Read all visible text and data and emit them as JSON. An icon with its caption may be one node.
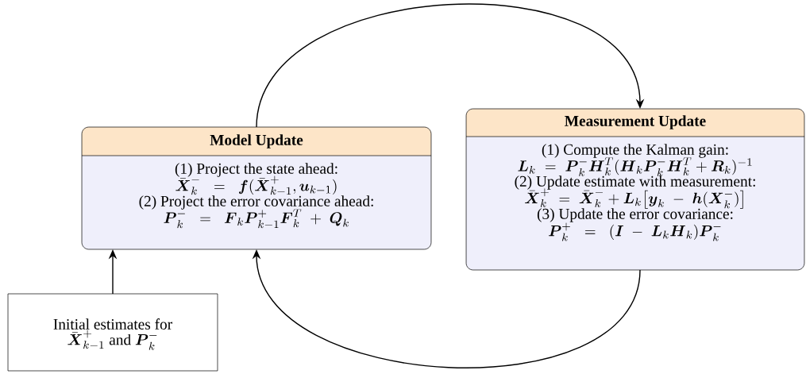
{
  "diagram": {
    "nodes": [
      {
        "text": [
          "Model Update",
          "(1) Project the state ahead:",
          "\\bar{\\boldsymbol{X}}_k^- \\;\\;=\\;\\; \\boldsymbol{f}(\\bar{\\boldsymbol{X}}_{k-1}^+, \\boldsymbol{u}_{k-1})",
          "(2) Project the error covariance ahead:",
          "\\boldsymbol{P}_k^- \\;\\;=\\;\\; \\boldsymbol{F}_k \\boldsymbol{P}_{k-1}^+ \\boldsymbol{F}_k^T \\;+\\; \\boldsymbol{Q}_k"
        ]
      },
      {
        "text": [
          "Measurement Update",
          "(1) Compute the Kalman gain:",
          "\\boldsymbol{L}_k \\;=\\; \\boldsymbol{P}_k^- \\boldsymbol{H}_k^T (\\boldsymbol{H}_k \\boldsymbol{P}_k^- \\boldsymbol{H}_k^T + \\boldsymbol{R}_k)^{-1}",
          "(2) Update estimate with measurement:",
          "\\bar{\\boldsymbol{X}}_k^+ \\;=\\; \\bar{\\boldsymbol{X}}_k^- + \\boldsymbol{L}_k \\big[\\boldsymbol{y}_k \\;-\\; \\boldsymbol{h}(\\boldsymbol{X}_k^-)\\big]",
          "(3) Update the error covariance:",
          "\\boldsymbol{P}_k^+ \\;\\;=\\;\\; (\\boldsymbol{I} \\;-\\; \\boldsymbol{L}_k \\boldsymbol{H}_k) \\boldsymbol{P}_k^-"
        ]
      },
      {
        "text": [
          "Initial estimates for",
          "\\bar{\\boldsymbol{X}}_{k-1}^+",
          "and",
          "\\boldsymbol{P}_k^-"
        ]
      }
    ],
    "edges": [
      {
        "from": 2,
        "to": 0,
        "arrow": "to"
      },
      {
        "from": 0,
        "to": 1,
        "arrow": "to"
      },
      {
        "from": 1,
        "to": 0,
        "arrow": "to"
      }
    ]
  }
}
